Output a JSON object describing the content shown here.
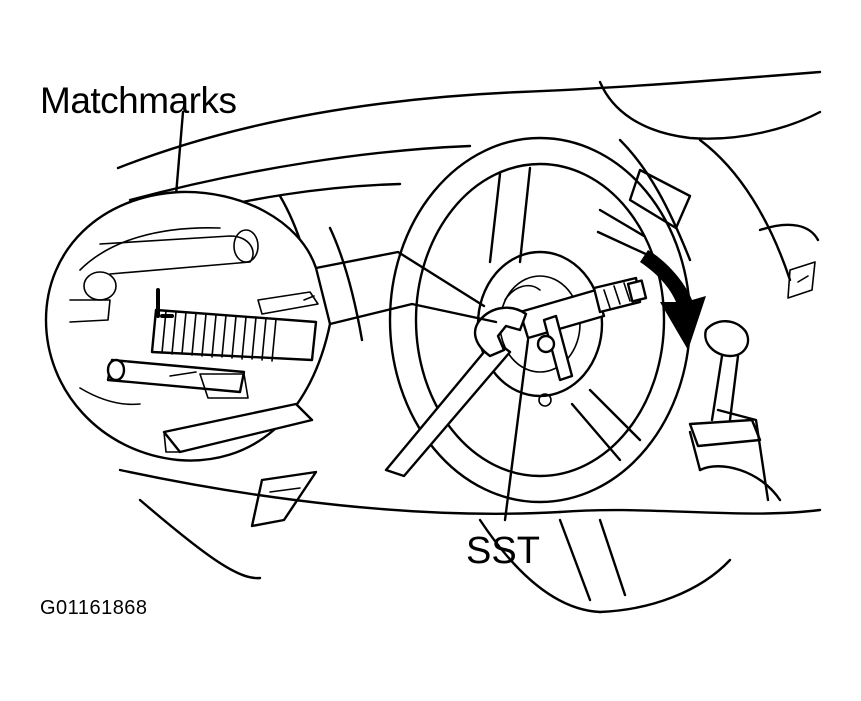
{
  "labels": {
    "matchmarks": "Matchmarks",
    "sst": "SST",
    "figure_id": "G01161868"
  },
  "colors": {
    "line": "#000000",
    "background": "#ffffff"
  }
}
